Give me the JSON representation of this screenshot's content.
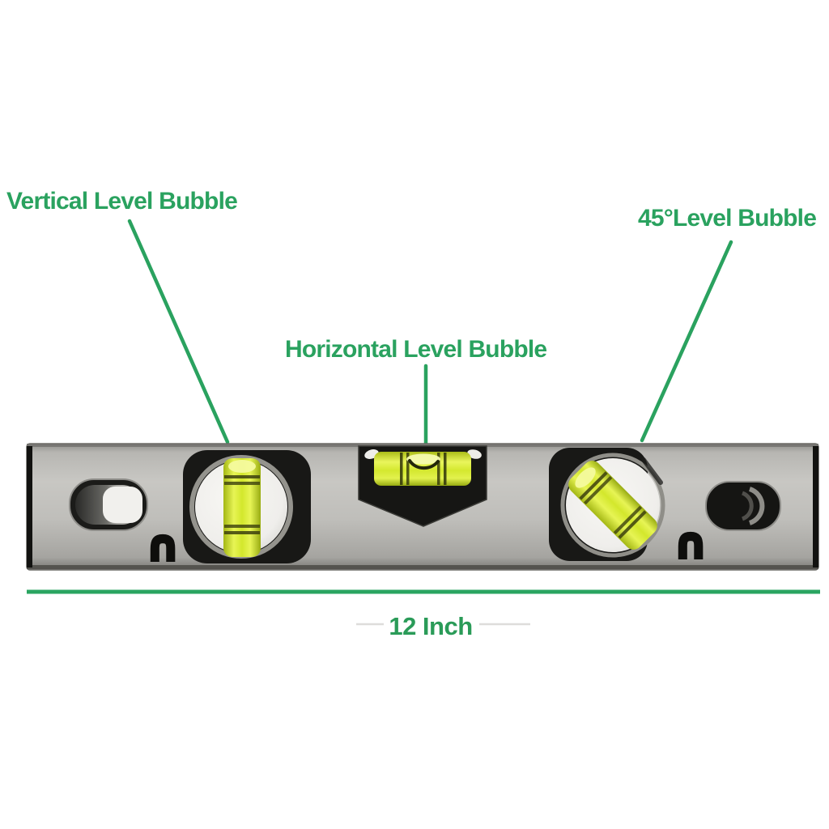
{
  "annotations": {
    "vertical_label": "Vertical Level Bubble",
    "deg45_label": "45°Level Bubble",
    "horizontal_label": "Horizontal Level Bubble",
    "dimension_label": "12 Inch"
  },
  "icons": {
    "magnet_symbol": "∩"
  },
  "colors": {
    "accent_green": "#2aa25f",
    "dimension_line_green": "#2aa561",
    "vial_yellow": "#d6e92f",
    "body_gray": "#bcbbb7",
    "housing_black": "#161614"
  }
}
